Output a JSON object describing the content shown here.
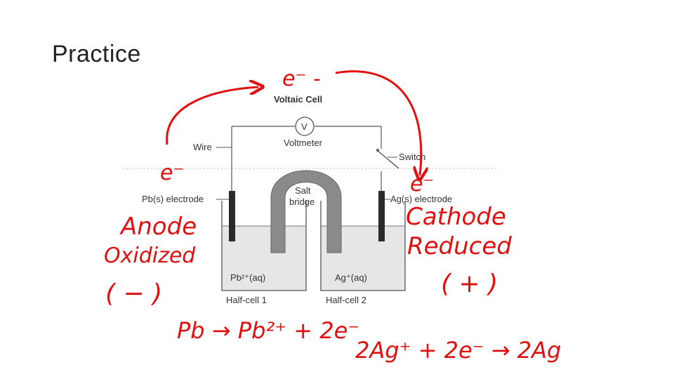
{
  "slide": {
    "title": "Practice"
  },
  "diagram": {
    "heading": "Voltaic Cell",
    "voltmeter_symbol": "V",
    "voltmeter_label": "Voltmeter",
    "wire_label": "Wire",
    "switch_label": "Switch",
    "left_electrode_label": "Pb(s) electrode",
    "right_electrode_label": "Ag(s) electrode",
    "salt_bridge_label_1": "Salt",
    "salt_bridge_label_2": "bridge",
    "left_solution": "Pb²⁺(aq)",
    "right_solution": "Ag⁺(aq)",
    "half_cell_1": "Half-cell 1",
    "half_cell_2": "Half-cell 2"
  },
  "annotations": {
    "electron_top": "e⁻ -",
    "electron_left": "e⁻",
    "electron_right": "e⁻",
    "left_role": "Anode",
    "left_process": "Oxidized",
    "left_sign": "( − )",
    "right_role": "Cathode",
    "right_process": "Reduced",
    "right_sign": "( + )",
    "left_half_reaction": "Pb → Pb²⁺ + 2e⁻",
    "right_half_reaction": "2Ag⁺ + 2e⁻ → 2Ag"
  },
  "colors": {
    "ink": "#e01010",
    "bridge": "#8a8a8a",
    "electrode": "#2a2a2a",
    "solution": "#e6e6e6"
  }
}
